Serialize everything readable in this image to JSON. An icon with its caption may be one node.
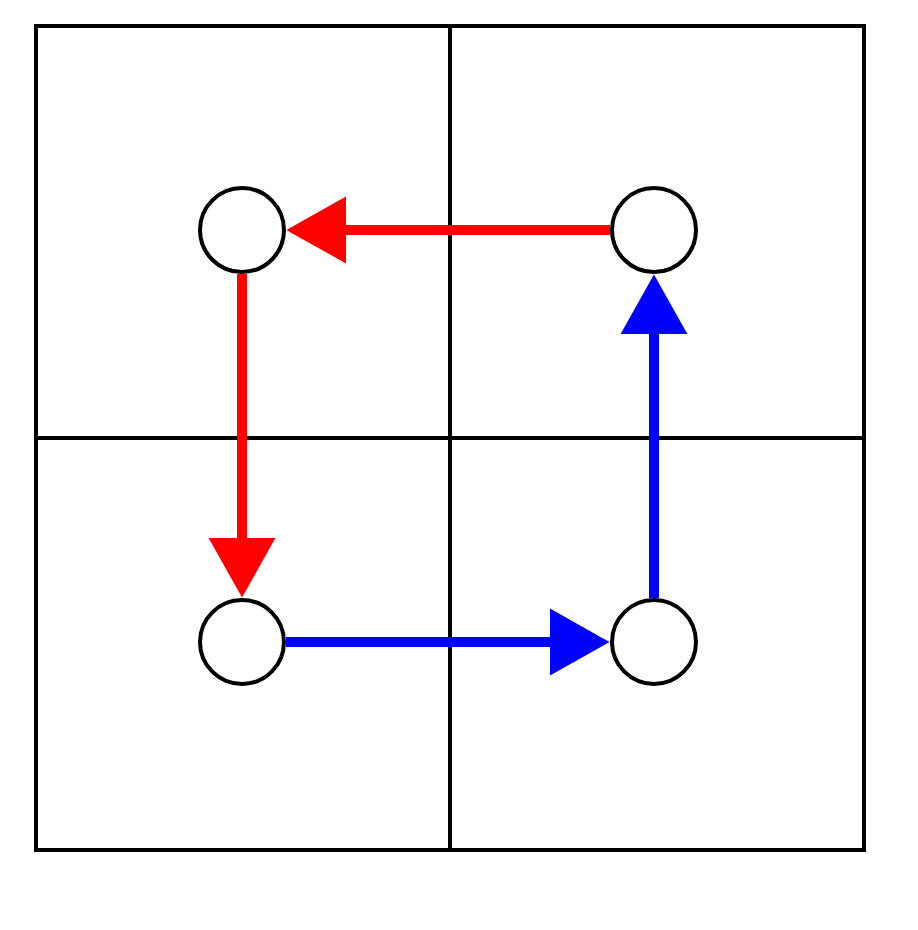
{
  "diagram": {
    "nodes": [
      {
        "text": [],
        "shape": "circle"
      },
      {
        "text": [],
        "shape": "circle"
      },
      {
        "text": [],
        "shape": "circle"
      },
      {
        "text": [],
        "shape": "circle"
      }
    ],
    "edges": [
      {
        "from": 1,
        "to": 0,
        "arrow": "to",
        "color": "#ff0000"
      },
      {
        "from": 0,
        "to": 2,
        "arrow": "to",
        "color": "#ff0000"
      },
      {
        "from": 2,
        "to": 3,
        "arrow": "to",
        "color": "#0000ff"
      },
      {
        "from": 3,
        "to": 1,
        "arrow": "to",
        "color": "#0000ff"
      }
    ]
  }
}
